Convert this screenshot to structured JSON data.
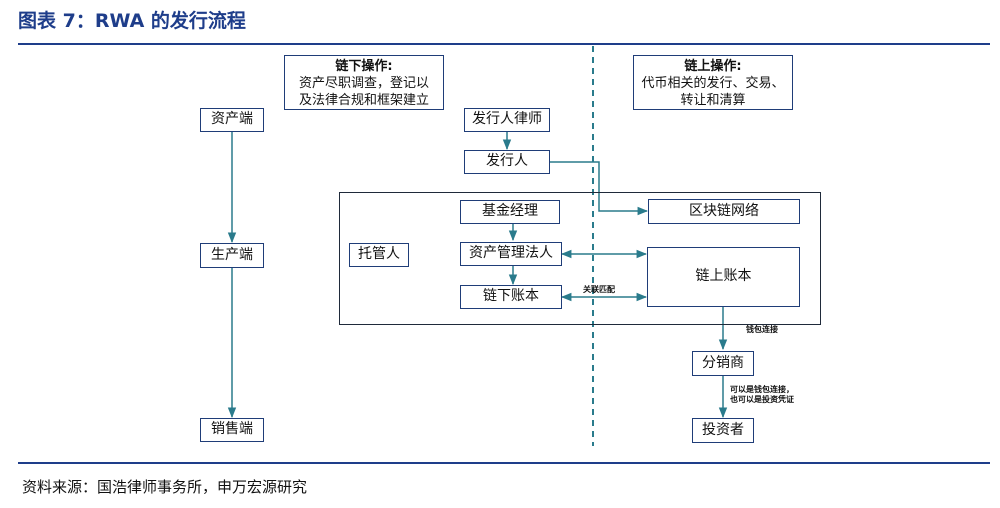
{
  "title": "图表 7：RWA 的发行流程",
  "offchain_note": {
    "heading": "链下操作:",
    "body": [
      "资产尽职调查，登记以",
      "及法律合规和框架建立"
    ]
  },
  "onchain_note": {
    "heading": "链上操作:",
    "body": [
      "代币相关的发行、交易、",
      "转让和清算"
    ]
  },
  "nodes": {
    "asset_end": "资产端",
    "production_end": "生产端",
    "sales_end": "销售端",
    "issuer_lawyer": "发行人律师",
    "issuer": "发行人",
    "fund_manager": "基金经理",
    "custodian": "托管人",
    "asset_mgmt_entity": "资产管理法人",
    "offchain_ledger": "链下账本",
    "blockchain_network": "区块链网络",
    "onchain_ledger": "链上账本",
    "distributor": "分销商",
    "investor": "投资者"
  },
  "edge_labels": {
    "link_match": "关联匹配",
    "wallet_connect": "钱包连接",
    "investor_access": [
      "可以是钱包连接，",
      "也可以是投资凭证"
    ]
  },
  "colors": {
    "title": "#1e3d8a",
    "line": "#2a7b8c",
    "box_border": "#1f3d78"
  },
  "source": "资料来源：国浩律师事务所，申万宏源研究"
}
